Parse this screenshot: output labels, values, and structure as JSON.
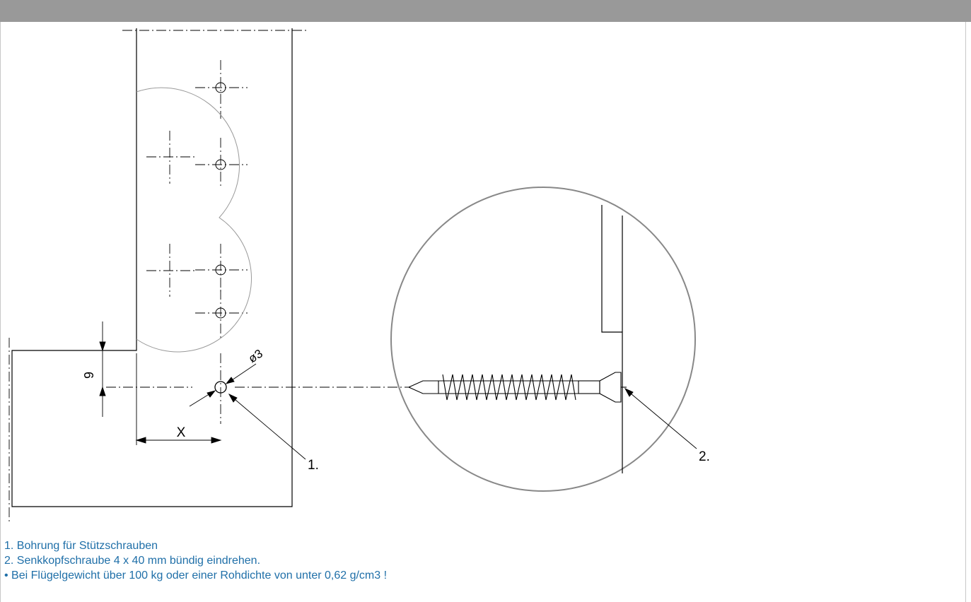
{
  "drawing": {
    "dimension_vertical": "9",
    "dimension_horizontal": "X",
    "dimension_diameter": "ø3",
    "callout_1": "1.",
    "callout_2": "2."
  },
  "notes": [
    "1. Bohrung für Stützschrauben",
    "2. Senkkopfschraube 4 x 40 mm bündig eindrehen.",
    "• Bei Flügelgewicht über 100 kg oder einer Rohdichte von unter 0,62 g/cm3 !"
  ],
  "colors": {
    "header_bar": "#999999",
    "line": "#000000",
    "light_line": "#999999",
    "note_text": "#1f6fa8"
  }
}
